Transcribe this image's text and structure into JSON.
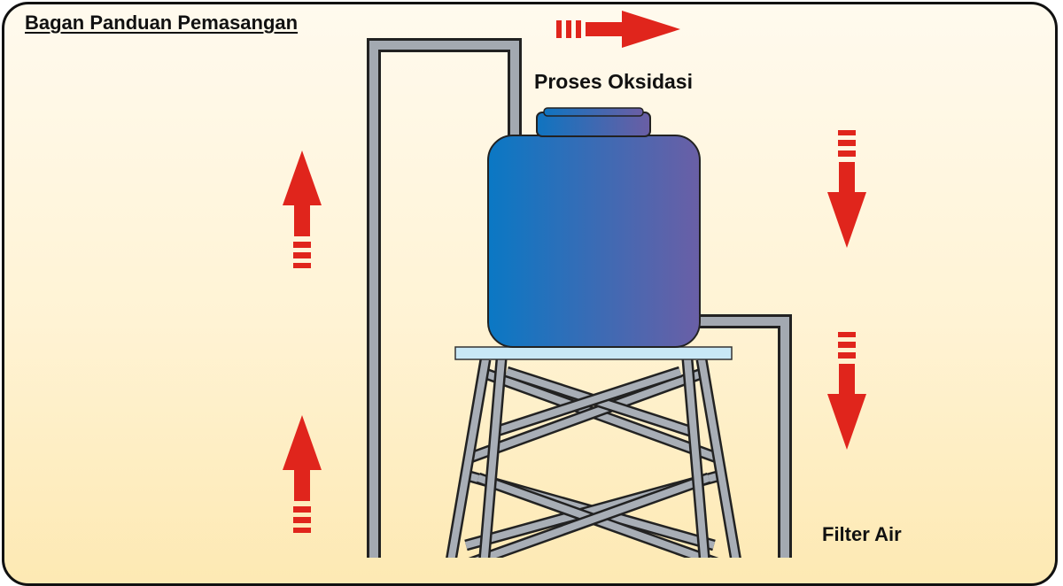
{
  "title": "Bagan Panduan Pemasangan",
  "labels": {
    "oxidation": "Proses Oksidasi",
    "filter": "Filter Air"
  },
  "flow": {
    "left_column": "up",
    "top": "right",
    "right_column": "down"
  },
  "colors": {
    "background_top": "#fffaee",
    "background_bottom": "#fde9b3",
    "arrow": "#e0251c",
    "pipe": "#9fa6ae",
    "pipe_outline": "#222222",
    "tank_left": "#0a78c4",
    "tank_right": "#6a5fa6",
    "platform": "#c8e8f6",
    "tower": "#a8aeb6"
  },
  "icons": [
    "arrow-right-icon",
    "arrow-up-icon",
    "arrow-down-icon"
  ]
}
